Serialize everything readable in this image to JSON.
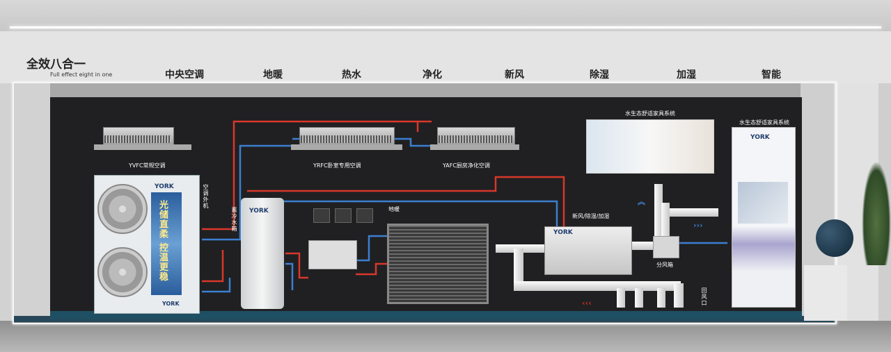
{
  "header": {
    "title": "全效八合一",
    "subtitle": "Full effect eight in one",
    "features": [
      "中央空调",
      "地暖",
      "热水",
      "净化",
      "新风",
      "除湿",
      "加湿",
      "智能"
    ]
  },
  "labels": {
    "yvfc": "YVFC常规空调",
    "yrfc": "YRFC卧室专用空调",
    "yafc": "YAFC厨房净化空调",
    "outdoor_unit": "空调外机",
    "water_tank": "蓄冷水箱",
    "floor_heating": "地暖",
    "fresh_air": "新风/除湿/加湿",
    "split_box": "分风箱",
    "return_air": "回风口",
    "panel_title": "水生态舒适家具系统",
    "banner_title": "水生态舒适家具系统"
  },
  "brand": {
    "york": "YORK",
    "outdoor_slogan": "光储直柔 控温更稳"
  },
  "colors": {
    "supply_pipe": "#d9372a",
    "return_pipe": "#3c7fd0",
    "wall": "#202022",
    "accent_blue": "#1f4f63"
  }
}
